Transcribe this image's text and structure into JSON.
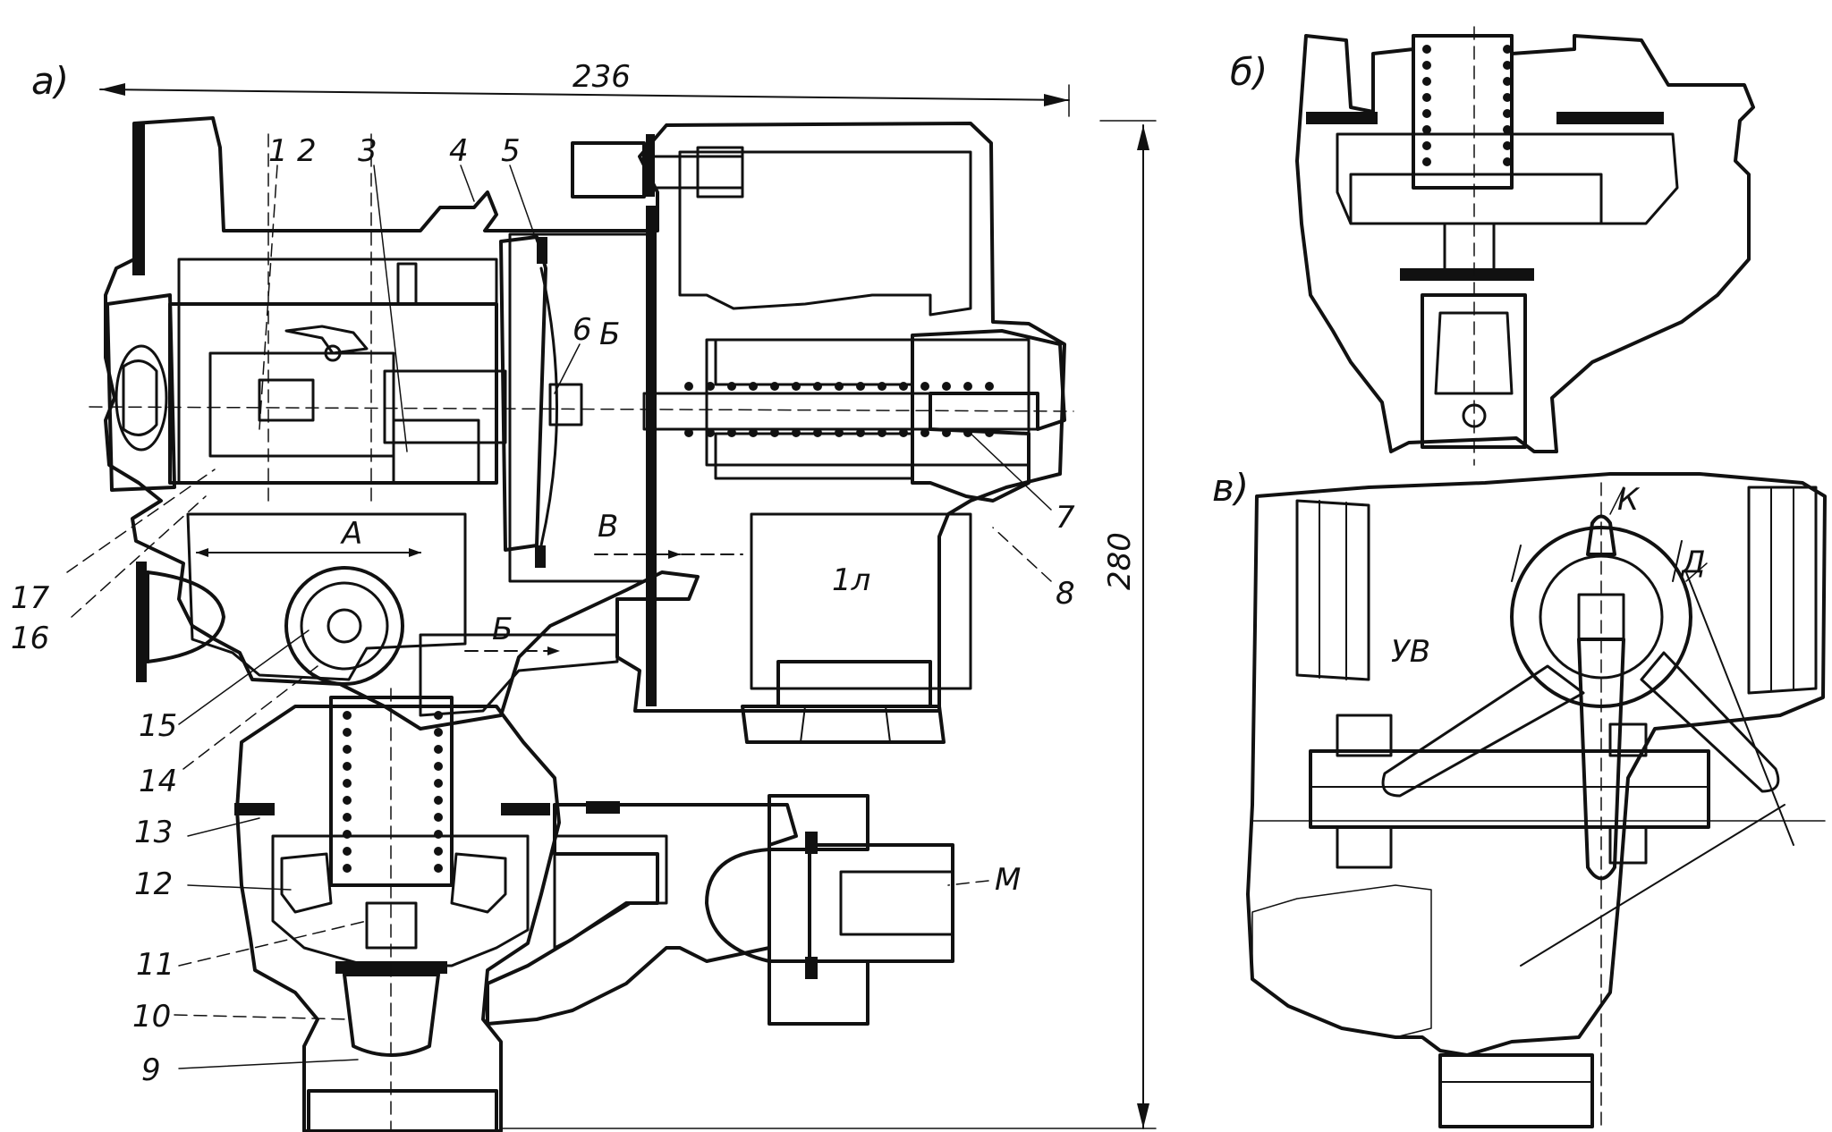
{
  "views": {
    "a": "а)",
    "b": "б)",
    "c": "в)"
  },
  "dimensions": {
    "width": "236",
    "height": "280"
  },
  "callouts": [
    "1",
    "2",
    "3",
    "4",
    "5",
    "6",
    "7",
    "8",
    "9",
    "10",
    "11",
    "12",
    "13",
    "14",
    "15",
    "16",
    "17"
  ],
  "zones": {
    "A": "А",
    "B_lower": "Б",
    "B_upper": "Б",
    "V": "В",
    "L": "1л",
    "M": "М",
    "K": "К",
    "D": "Д",
    "UV": "УВ"
  },
  "colors": {
    "ink": "#111111",
    "paper": "#ffffff"
  }
}
